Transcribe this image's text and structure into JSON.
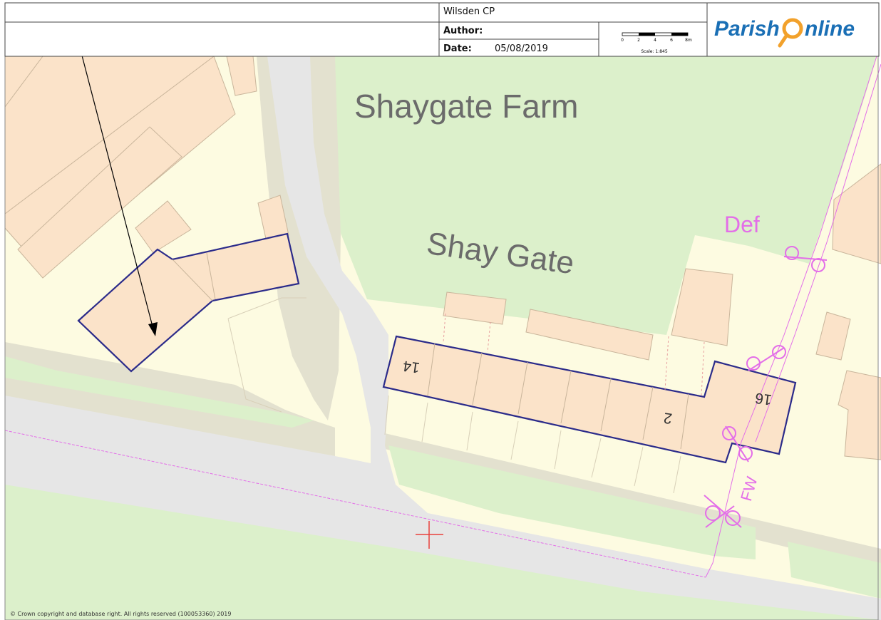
{
  "header": {
    "parish": "Wilsden CP",
    "author_label": "Author:",
    "author_value": "",
    "date_label": "Date:",
    "date_value": "05/08/2019",
    "scale_ticks": [
      "0",
      "2",
      "4",
      "6",
      "8m"
    ],
    "scale_text": "Scale: 1:845",
    "logo_text_1": "Parish",
    "logo_text_2": "nline"
  },
  "map": {
    "place_names": [
      "Shaygate Farm",
      "Shay Gate"
    ],
    "house_numbers": [
      "14",
      "2",
      "16"
    ],
    "feature_labels": [
      "Def",
      "FW"
    ],
    "colors": {
      "land": "#fdfbe1",
      "building": "#fbe3c9",
      "green": "#dcf0cb",
      "road": "#e6e6e6",
      "verge": "#e3e1cf",
      "boundary": "#2b2b8a",
      "magenta": "#e36ee8",
      "red": "#e8413c"
    }
  },
  "footer": {
    "copyright": "© Crown copyright and database right. All rights reserved (100053360) 2019"
  }
}
